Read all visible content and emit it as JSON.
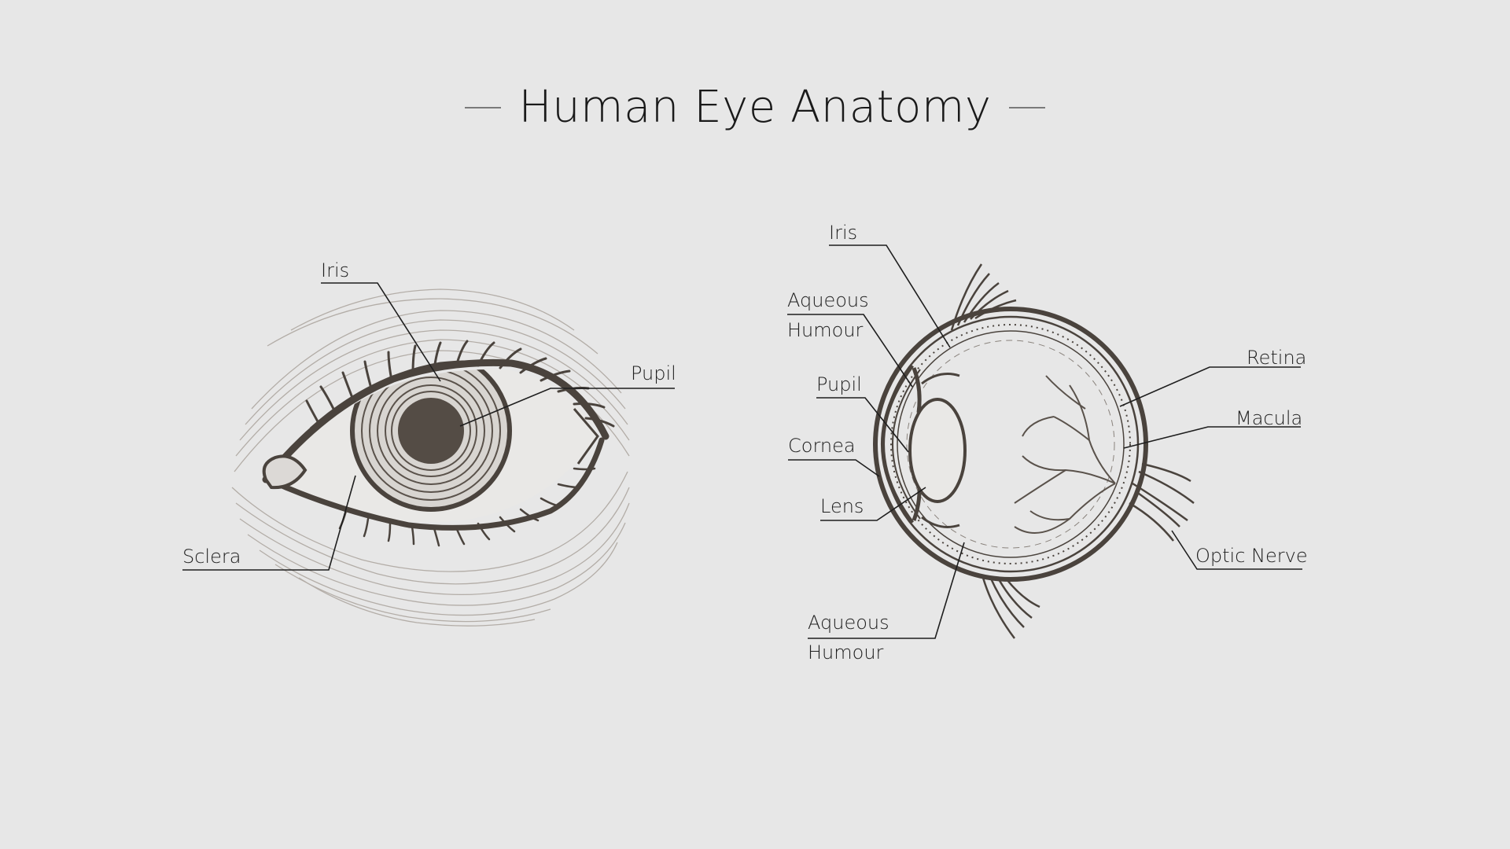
{
  "title": "Human Eye Anatomy",
  "colors": {
    "background": "#e7e7e7",
    "ink": "#4a433d",
    "ink_light": "#a9a39d",
    "text": "#1c1c1c"
  },
  "front_view": {
    "labels": {
      "iris": "Iris",
      "pupil": "Pupil",
      "sclera": "Sclera"
    }
  },
  "cross_section": {
    "labels": {
      "iris": "Iris",
      "aqueous_humour_top_1": "Aqueous",
      "aqueous_humour_top_2": "Humour",
      "pupil": "Pupil",
      "cornea": "Cornea",
      "lens": "Lens",
      "aqueous_humour_bottom_1": "Aqueous",
      "aqueous_humour_bottom_2": "Humour",
      "retina": "Retina",
      "macula": "Macula",
      "optic_nerve": "Optic Nerve"
    }
  }
}
